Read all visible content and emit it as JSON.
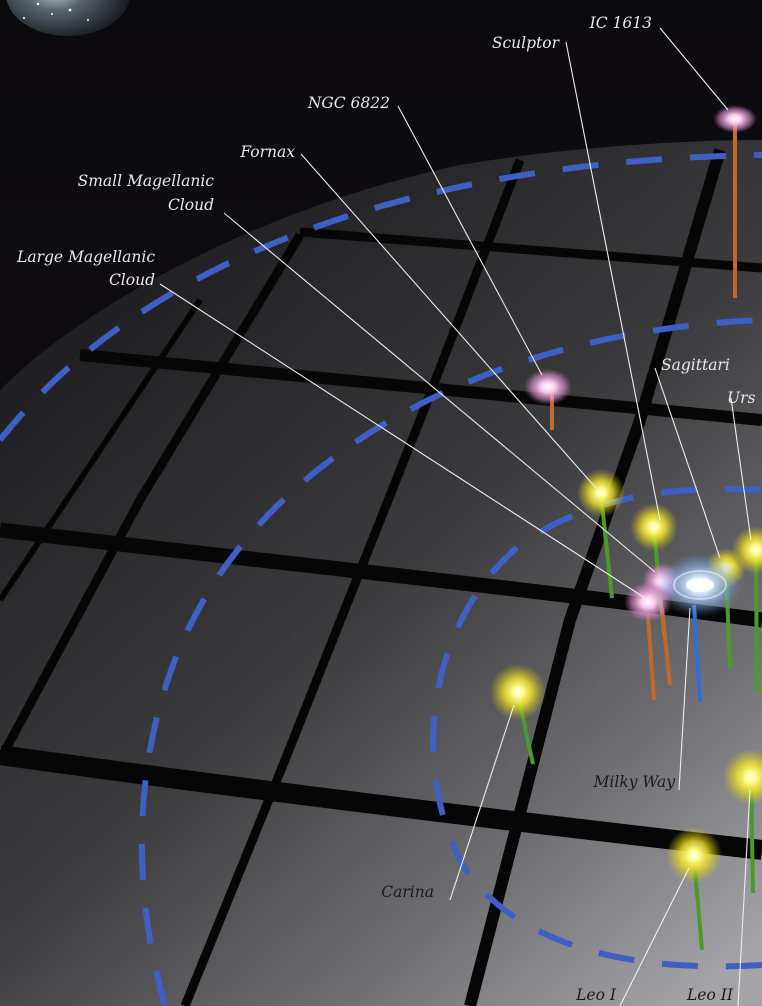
{
  "labels": {
    "sculptor": "Sculptor",
    "ic1613": "IC 1613",
    "ngc6822": "NGC 6822",
    "fornax": "Fornax",
    "smc_line1": "Small Magellanic",
    "smc_line2": "Cloud",
    "lmc_line1": "Large Magellanic",
    "lmc_line2": "Cloud",
    "sagittarius": "Sagittari",
    "ursa": "Urs",
    "milky_way": "Milky Way",
    "carina": "Carina",
    "leo1": "Leo I",
    "leo2": "Leo II"
  },
  "colors": {
    "background": "#0a0a0c",
    "grid_line": "#050505",
    "ring": "#3f5fc4",
    "dwarf_stem": "#4c9a2a",
    "irregular_stem": "#c0692a",
    "milky_way_stem": "#2f6fd6",
    "dwarf_glow": "#fff24a",
    "irregular_glow": "#f3b9e9"
  },
  "icons": {
    "galaxy_top_left": "galaxy-icon",
    "milky_way": "spiral-galaxy-icon"
  }
}
